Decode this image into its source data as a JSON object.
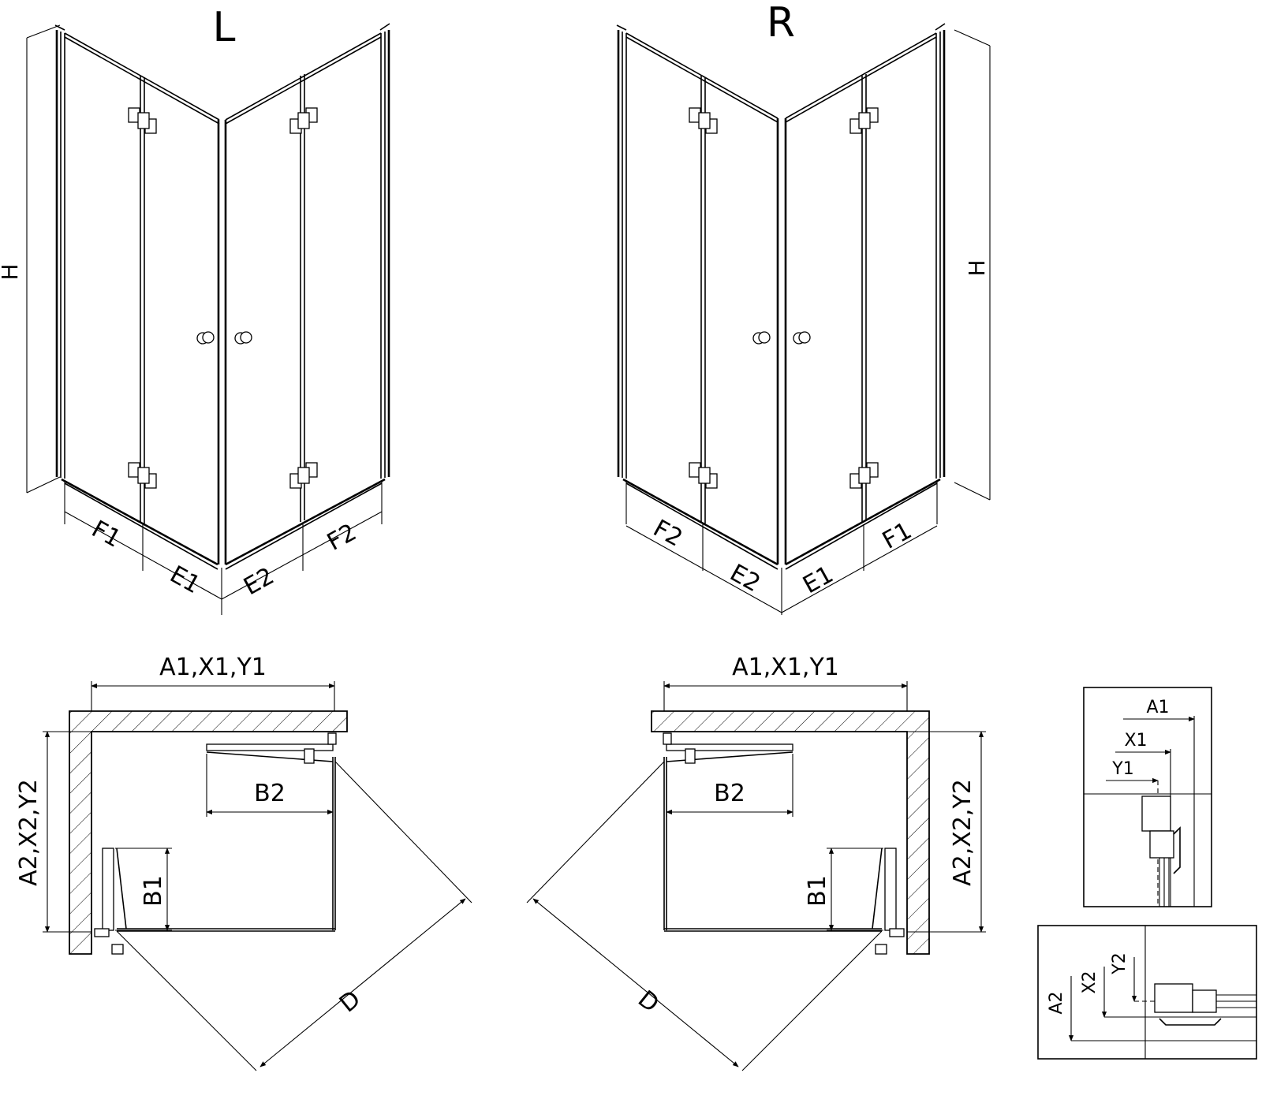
{
  "views": {
    "left": {
      "title": "L",
      "dim_height": "H",
      "dims_base": [
        "F1",
        "E1",
        "E2",
        "F2"
      ]
    },
    "right": {
      "title": "R",
      "dim_height": "H",
      "dims_base": [
        "F2",
        "E2",
        "E1",
        "F1"
      ]
    }
  },
  "plans": {
    "left": {
      "dim_width": "A1,X1,Y1",
      "dim_depth": "A2,X2,Y2",
      "dim_b2": "B2",
      "dim_b1": "B1",
      "dim_diagonal": "D"
    },
    "right": {
      "dim_width": "A1,X1,Y1",
      "dim_depth": "A2,X2,Y2",
      "dim_b2": "B2",
      "dim_b1": "B1",
      "dim_diagonal": "D"
    }
  },
  "details": {
    "top": {
      "labels": [
        "A1",
        "X1",
        "Y1"
      ]
    },
    "bottom": {
      "labels": [
        "A2",
        "X2",
        "Y2"
      ]
    }
  }
}
